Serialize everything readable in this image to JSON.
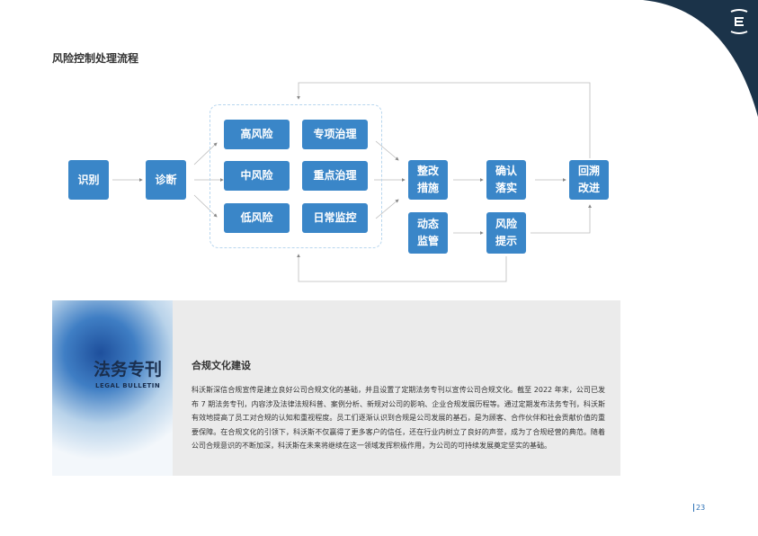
{
  "header": {
    "title": "风险控制处理流程"
  },
  "logo": {
    "name": "e-logo-icon",
    "color": "#1b3349"
  },
  "flow": {
    "identify": "识别",
    "diagnose": "诊断",
    "high": "高风险",
    "mid": "中风险",
    "low": "低风险",
    "special": "专项治理",
    "key": "重点治理",
    "daily": "日常监控",
    "rectify": [
      "整改",
      "措施"
    ],
    "monitor": [
      "动态",
      "监管"
    ],
    "confirm": [
      "确认",
      "落实"
    ],
    "alert": [
      "风险",
      "提示"
    ],
    "review": [
      "回溯",
      "改进"
    ],
    "box_color": "#3a86c8"
  },
  "bulletin": {
    "title_cn": "法务专刊",
    "title_en": "LEGAL BULLETIN"
  },
  "section": {
    "heading": "合规文化建设",
    "body": "科沃斯深信合规宣传是建立良好公司合规文化的基础，并且设置了定期法务专刊以宣传公司合规文化。截至 2022 年末，公司已发布 7 期法务专刊，内容涉及法律法规科普、案例分析、新规对公司的影响、企业合规发展历程等。通过定期发布法务专刊，科沃斯有效地提高了员工对合规的认知和重视程度。员工们逐渐认识到合规是公司发展的基石，是为顾客、合作伙伴和社会贡献价值的重要保障。在合规文化的引领下，科沃斯不仅赢得了更多客户的信任，还在行业内树立了良好的声誉，成为了合规经营的典范。随着公司合规意识的不断加深，科沃斯在未来将继续在这一领域发挥积极作用，为公司的可持续发展奠定坚实的基础。"
  },
  "page_number": "23"
}
